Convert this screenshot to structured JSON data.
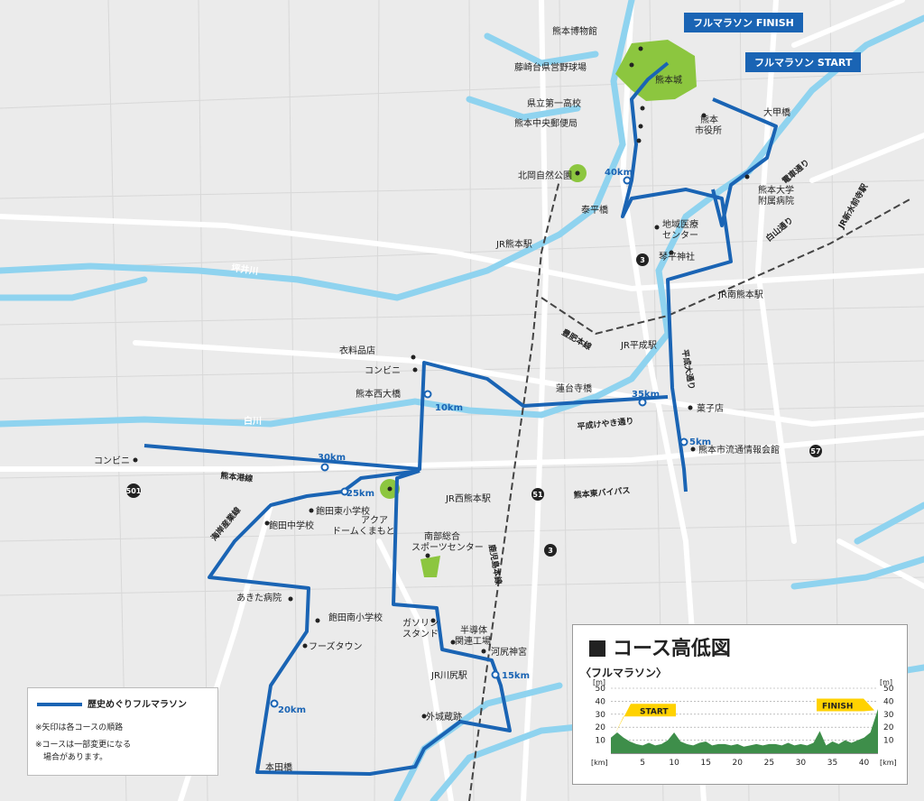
{
  "map": {
    "finish_label": "フルマラソン FINISH",
    "start_label": "フルマラソン START",
    "places": {
      "museum": "熊本博物館",
      "fujisaki": "藤崎台県営野球場",
      "castle": "熊本城",
      "kenritsu": "県立第一高校",
      "post": "熊本中央郵便局",
      "kitaoka": "北岡自然公園",
      "city_office": "熊本\n市役所",
      "ohko": "大甲橋",
      "univ_hosp": "熊本大学\n附属病院",
      "jr_shin": "JR新水前寺駅",
      "yasuhira": "泰平橋",
      "chiiki": "地域医療\nセンター",
      "jr_kumamoto": "JR熊本駅",
      "kotohira": "琴平神社",
      "jr_minami": "JR南熊本駅",
      "iryo": "衣料品店",
      "conv1": "コンビニ",
      "nishiohashi": "熊本西大橋",
      "rendaiji": "蓮台寺橋",
      "jr_heisei": "JR平成駅",
      "kashi": "菓子店",
      "heisei_keyaki": "平成けやき通り",
      "ryutsu": "熊本市流通情報会館",
      "conv2": "コンビニ",
      "jr_nishi": "JR西熊本駅",
      "bypass": "熊本東バイパス",
      "iida_east": "飽田東小学校",
      "iida_junior": "飽田中学校",
      "aqua": "アクア\nドームくまもと",
      "nanbu": "南部総合\nスポーツセンター",
      "akita_hosp": "あきた病院",
      "iida_south": "飽田南小学校",
      "food": "フーズタウン",
      "gas": "ガソリン\nスタンド",
      "semicon": "半導体\n関連工場",
      "kawashiri_shrine": "河尻神宮",
      "jr_kawashiri": "JR川尻駅",
      "tojo": "外城蔵跡",
      "honda": "本田橋",
      "tsuboi": "坪井川",
      "shirakawa": "白川",
      "kumamoto_port": "熊本港線",
      "kaigan": "海岸産業線",
      "kagoshima_line": "鹿児島本線",
      "hohi_line": "豊肥本線",
      "heisei_odori": "平成大通り",
      "denshado": "電車通り",
      "higashi": "白山通り",
      "kanji": "熊本市役所",
      "r3": "3",
      "r57": "57",
      "r501": "501",
      "r51": "51"
    },
    "km_marks": [
      "5km",
      "10km",
      "15km",
      "20km",
      "25km",
      "30km",
      "35km",
      "40km"
    ]
  },
  "legend": {
    "course_name": "歴史めぐりフルマラソン",
    "note1": "※矢印は各コースの順路",
    "note2": "※コースは一部変更になる\n　場合があります。"
  },
  "chart_data": {
    "type": "area",
    "title": "コース高低図",
    "subtitle": "〈フルマラソン〉",
    "xlabel": "[km]",
    "ylabel": "[m]",
    "xlim": [
      0,
      42.2
    ],
    "ylim": [
      0,
      50
    ],
    "x_ticks": [
      5,
      10,
      15,
      20,
      25,
      30,
      35,
      40
    ],
    "y_ticks": [
      10,
      20,
      30,
      40,
      50
    ],
    "start_label": "START",
    "finish_label": "FINISH",
    "x": [
      0,
      1,
      2,
      3,
      4,
      5,
      6,
      7,
      8,
      9,
      10,
      11,
      12,
      13,
      14,
      15,
      16,
      17,
      18,
      19,
      20,
      21,
      22,
      23,
      24,
      25,
      26,
      27,
      28,
      29,
      30,
      31,
      32,
      33,
      34,
      35,
      36,
      37,
      38,
      39,
      40,
      41,
      42.2
    ],
    "values": [
      12,
      16,
      12,
      9,
      7,
      6,
      8,
      6,
      7,
      10,
      16,
      9,
      7,
      6,
      8,
      9,
      6,
      7,
      7,
      6,
      7,
      5,
      6,
      7,
      6,
      7,
      7,
      6,
      8,
      6,
      7,
      6,
      8,
      17,
      6,
      9,
      7,
      10,
      8,
      10,
      12,
      16,
      34
    ]
  }
}
